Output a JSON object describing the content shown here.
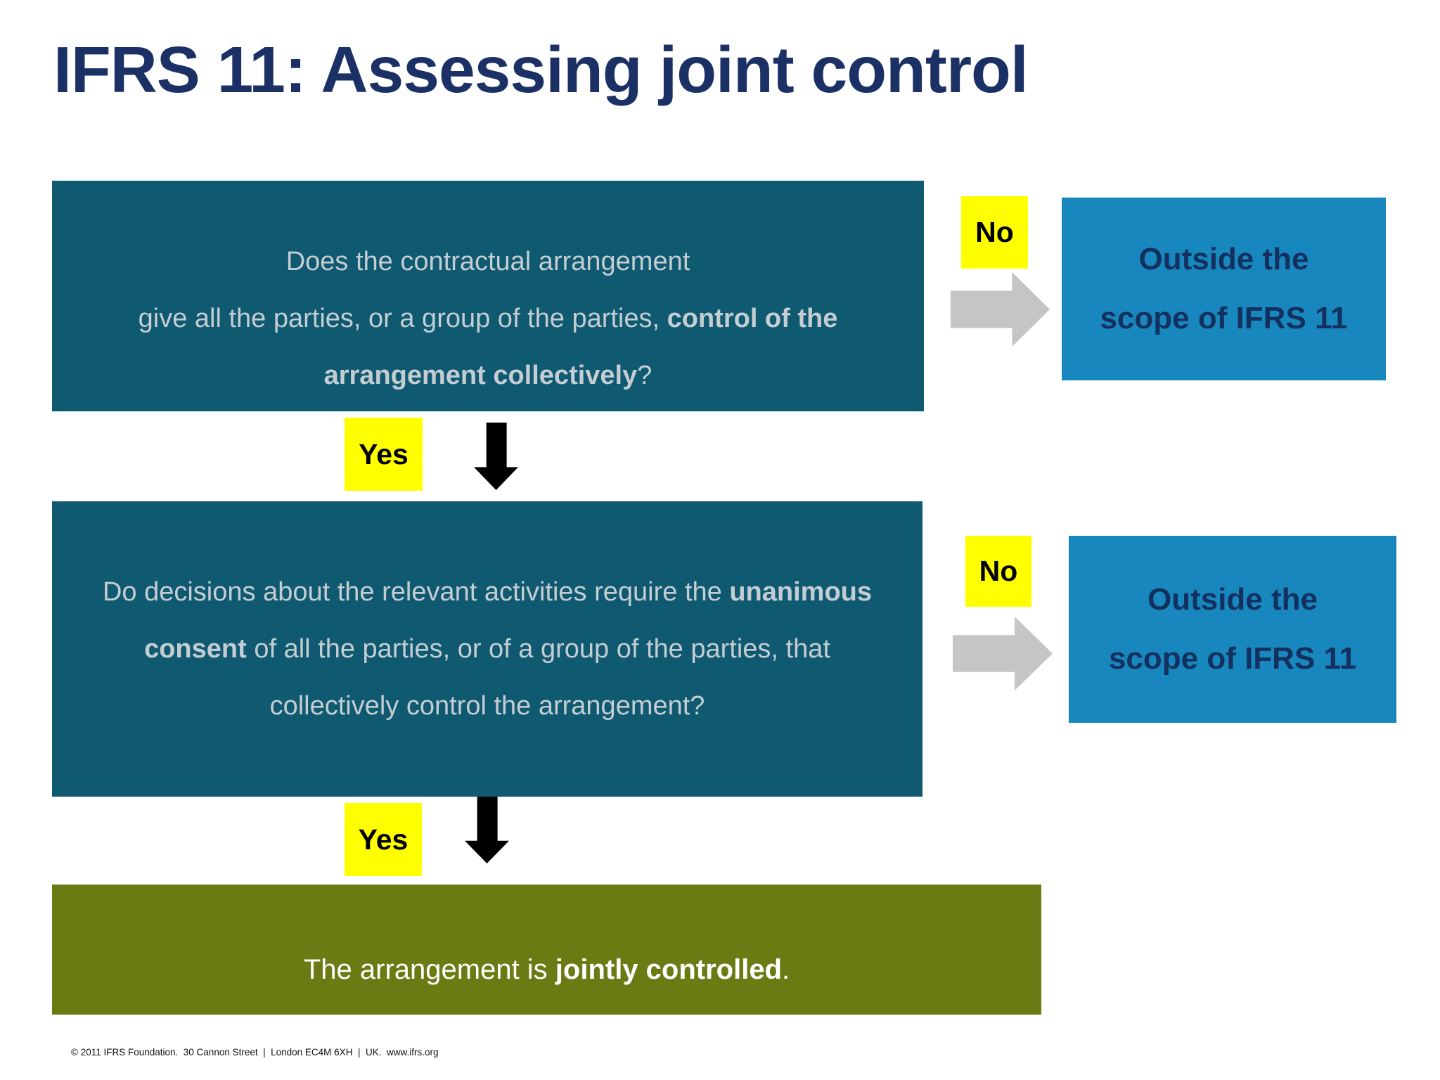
{
  "slide": {
    "title": "IFRS 11: Assessing joint control"
  },
  "flowchart": {
    "question1": {
      "line1": "Does the contractual arrangement",
      "line2_regular": "give all the parties, or a group of the parties, ",
      "line2_bold": "control of the",
      "line3_bold": "arrangement collectively",
      "line3_regular": "?"
    },
    "no1_label": "No",
    "yes1_label": "Yes",
    "outcome1": {
      "line1": "Outside the",
      "line2": "scope of IFRS 11"
    },
    "question2": {
      "line1_regular": "Do decisions about the relevant activities require the ",
      "line1_bold": "unanimous",
      "line2_bold": "consent",
      "line2_regular": " of all the parties, or of a group of the parties, that",
      "line3": "collectively control the arrangement?"
    },
    "no2_label": "No",
    "yes2_label": "Yes",
    "outcome2": {
      "line1": "Outside the",
      "line2": "scope of IFRS 11"
    },
    "result": {
      "prefix": "The arrangement is ",
      "bold": "jointly controlled",
      "suffix": "."
    }
  },
  "footer": {
    "copyright": "© 2011 IFRS Foundation.  30 Cannon Street  |  London EC4M 6XH  |  UK.  www.ifrs.org"
  },
  "colors": {
    "title_navy": "#1b3166",
    "question_teal": "#0f5971",
    "question_text": "#c4cdd2",
    "badge_yellow": "#ffff00",
    "arrow_gray": "#c5c5c7",
    "arrow_black": "#000000",
    "outcome_blue": "#1787bd",
    "outcome_text_navy": "#13305f",
    "result_olive": "#6b7a13",
    "background": "#ffffff"
  }
}
